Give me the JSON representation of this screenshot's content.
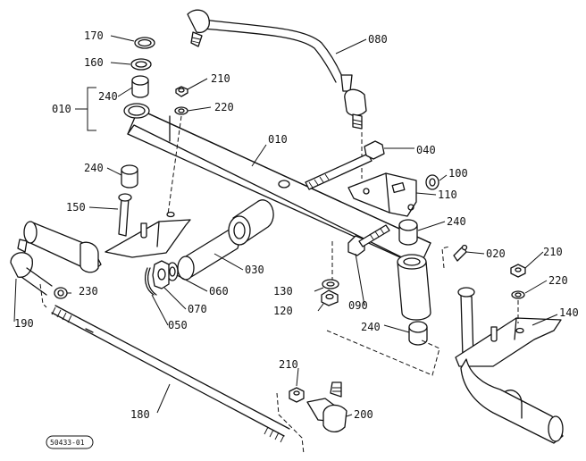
{
  "callouts": {
    "p170": "170",
    "p160": "160",
    "p240a": "240",
    "p010a": "010",
    "p210a": "210",
    "p220a": "220",
    "p080": "080",
    "p010b": "010",
    "p040": "040",
    "p240b": "240",
    "p100": "100",
    "p110": "110",
    "p150": "150",
    "p240c": "240",
    "p020": "020",
    "p210b": "210",
    "p220b": "220",
    "p030": "030",
    "p140": "140",
    "p230": "230",
    "p060": "060",
    "p130": "130",
    "p190": "190",
    "p070": "070",
    "p090": "090",
    "p120": "120",
    "p050": "050",
    "p240d": "240",
    "p210c": "210",
    "p200": "200",
    "p180": "180"
  },
  "drawing_code": "50433-01"
}
